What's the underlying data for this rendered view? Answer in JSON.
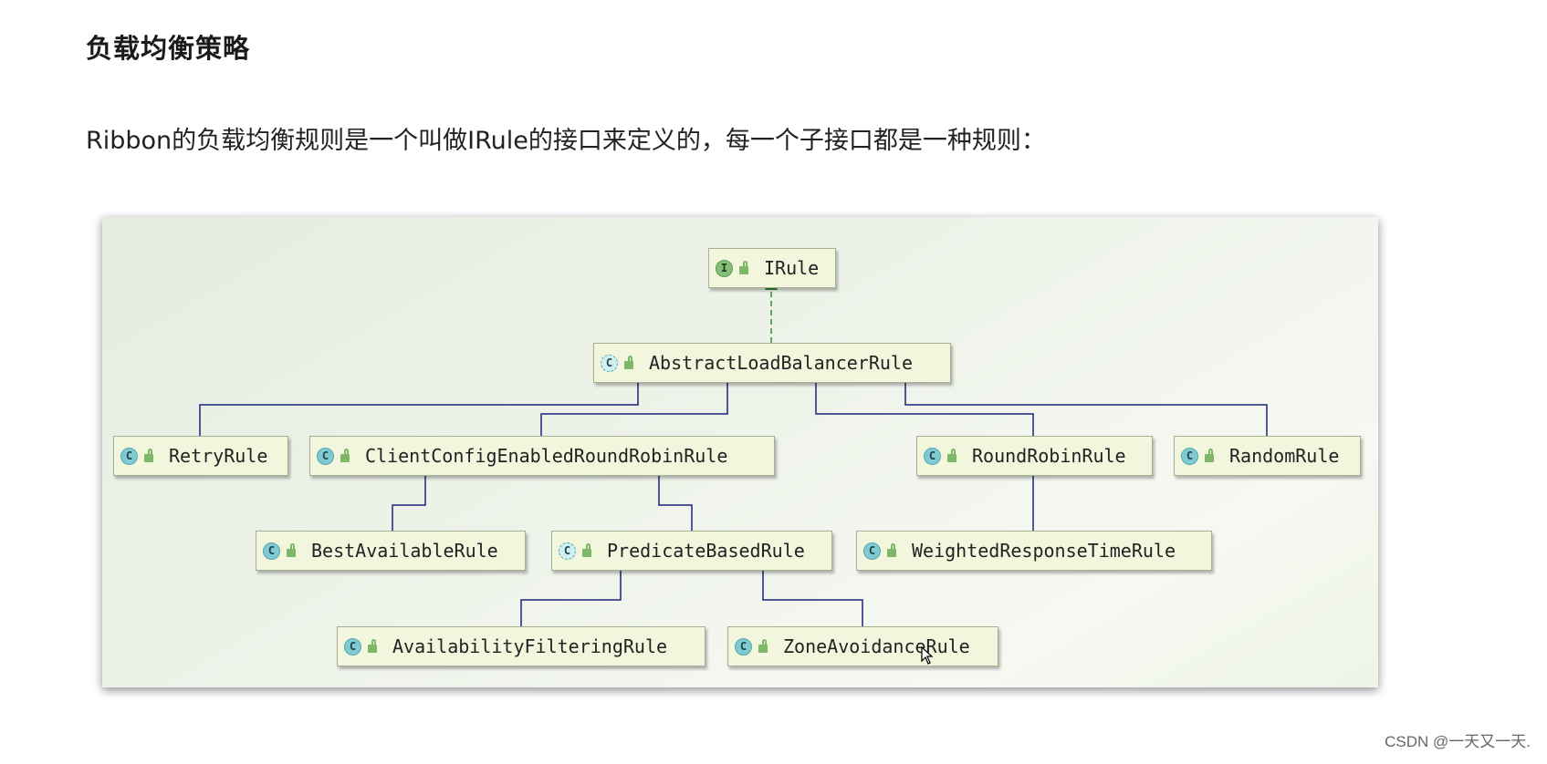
{
  "heading": "负载均衡策略",
  "paragraph": "Ribbon的负载均衡规则是一个叫做IRule的接口来定义的，每一个子接口都是一种规则：",
  "diagram": {
    "nodes": [
      {
        "id": "irule",
        "label": "IRule",
        "kind": "interface",
        "icon_text": "I"
      },
      {
        "id": "abstract",
        "label": "AbstractLoadBalancerRule",
        "kind": "abstract-class",
        "icon_text": "C"
      },
      {
        "id": "retry",
        "label": "RetryRule",
        "kind": "class",
        "icon_text": "C"
      },
      {
        "id": "clientconfig",
        "label": "ClientConfigEnabledRoundRobinRule",
        "kind": "class",
        "icon_text": "C"
      },
      {
        "id": "roundrobin",
        "label": "RoundRobinRule",
        "kind": "class",
        "icon_text": "C"
      },
      {
        "id": "random",
        "label": "RandomRule",
        "kind": "class",
        "icon_text": "C"
      },
      {
        "id": "bestavailable",
        "label": "BestAvailableRule",
        "kind": "class",
        "icon_text": "C"
      },
      {
        "id": "predicate",
        "label": "PredicateBasedRule",
        "kind": "abstract-class",
        "icon_text": "C"
      },
      {
        "id": "weighted",
        "label": "WeightedResponseTimeRule",
        "kind": "class",
        "icon_text": "C"
      },
      {
        "id": "availability",
        "label": "AvailabilityFilteringRule",
        "kind": "class",
        "icon_text": "C"
      },
      {
        "id": "zone",
        "label": "ZoneAvoidanceRule",
        "kind": "class",
        "icon_text": "C"
      }
    ],
    "edges": [
      {
        "from": "abstract",
        "to": "irule",
        "type": "implements"
      },
      {
        "from": "retry",
        "to": "abstract",
        "type": "extends"
      },
      {
        "from": "clientconfig",
        "to": "abstract",
        "type": "extends"
      },
      {
        "from": "roundrobin",
        "to": "abstract",
        "type": "extends"
      },
      {
        "from": "random",
        "to": "abstract",
        "type": "extends"
      },
      {
        "from": "bestavailable",
        "to": "clientconfig",
        "type": "extends"
      },
      {
        "from": "predicate",
        "to": "clientconfig",
        "type": "extends"
      },
      {
        "from": "weighted",
        "to": "roundrobin",
        "type": "extends"
      },
      {
        "from": "availability",
        "to": "predicate",
        "type": "extends"
      },
      {
        "from": "zone",
        "to": "predicate",
        "type": "extends"
      }
    ],
    "colors": {
      "extends_line": "#1a237e",
      "implements_line": "#2e8b2e",
      "node_fill": "#f2f6dd"
    }
  },
  "watermark": "CSDN @一天又一天."
}
